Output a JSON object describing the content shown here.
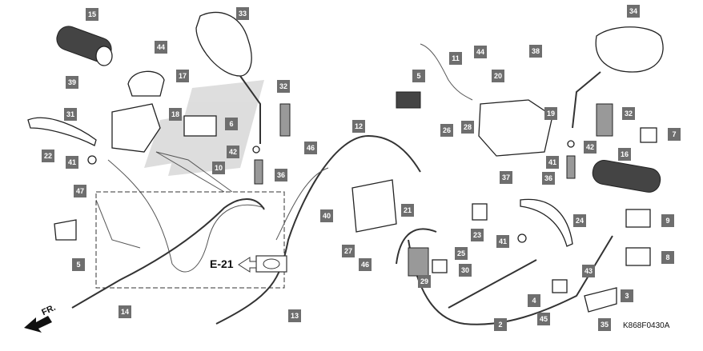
{
  "labels": [
    "15",
    "44",
    "33",
    "34",
    "17",
    "39",
    "31",
    "18",
    "6",
    "22",
    "41",
    "47",
    "10",
    "42",
    "36",
    "32",
    "5",
    "14",
    "46",
    "12",
    "11",
    "44",
    "38",
    "20",
    "5",
    "19",
    "32",
    "28",
    "26",
    "41",
    "36",
    "16",
    "42",
    "7",
    "37",
    "24",
    "21",
    "9",
    "40",
    "27",
    "46",
    "23",
    "25",
    "41",
    "29",
    "30",
    "43",
    "4",
    "3",
    "45",
    "35",
    "8",
    "2",
    "13"
  ],
  "section_ref": "E-21",
  "front_arrow": "FR.",
  "diagram_code": "K868F0430A"
}
